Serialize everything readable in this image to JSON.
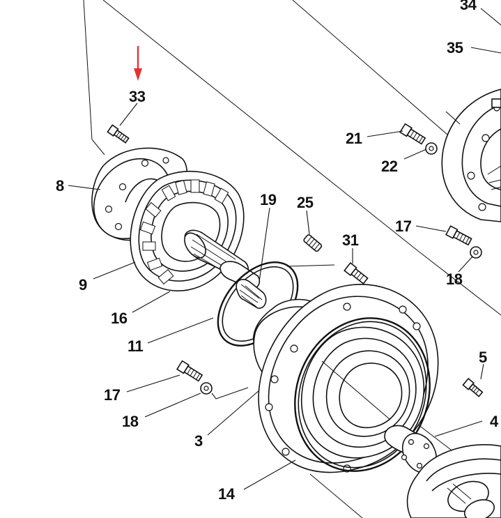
{
  "part_labels": [
    {
      "id": "p34",
      "text": "34"
    },
    {
      "id": "p35",
      "text": "35"
    },
    {
      "id": "p33",
      "text": "33"
    },
    {
      "id": "p21",
      "text": "21"
    },
    {
      "id": "p22",
      "text": "22"
    },
    {
      "id": "p8",
      "text": "8"
    },
    {
      "id": "p17a",
      "text": "17"
    },
    {
      "id": "p19",
      "text": "19"
    },
    {
      "id": "p25",
      "text": "25"
    },
    {
      "id": "p31",
      "text": "31"
    },
    {
      "id": "p18a",
      "text": "18"
    },
    {
      "id": "p9",
      "text": "9"
    },
    {
      "id": "p16",
      "text": "16"
    },
    {
      "id": "p11",
      "text": "11"
    },
    {
      "id": "p5",
      "text": "5"
    },
    {
      "id": "p17b",
      "text": "17"
    },
    {
      "id": "p18b",
      "text": "18"
    },
    {
      "id": "p4",
      "text": "4"
    },
    {
      "id": "p3",
      "text": "3"
    },
    {
      "id": "p14",
      "text": "14"
    }
  ],
  "highlight": {
    "arrow_color": "#e8312f",
    "points_to": "33"
  },
  "colors": {
    "ink": "#111111",
    "paper": "#ffffff"
  }
}
